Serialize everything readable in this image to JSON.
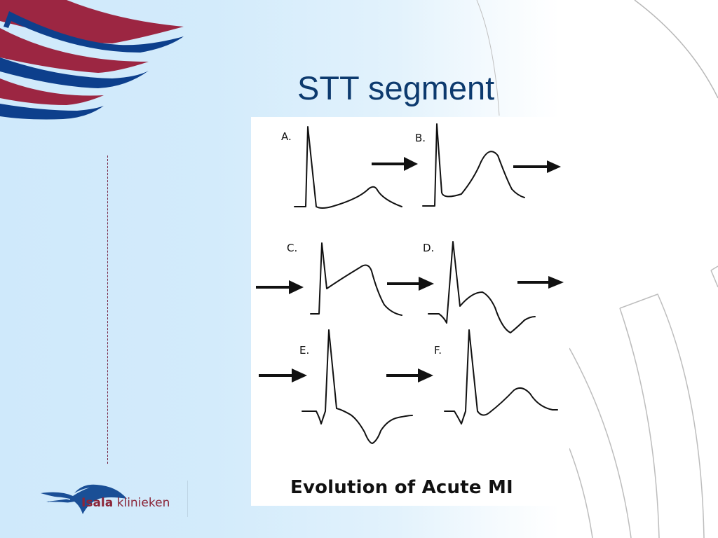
{
  "slide": {
    "title": "STT segment",
    "colors": {
      "title": "#0d3a6e",
      "wing_red": "#9c2642",
      "wing_blue": "#0d3f8c",
      "background": "#cfe9fb",
      "logo_text": "#8b2639"
    }
  },
  "figure": {
    "caption": "Evolution of Acute MI",
    "panels": [
      {
        "id": "A",
        "label": "A."
      },
      {
        "id": "B",
        "label": "B."
      },
      {
        "id": "C",
        "label": "C."
      },
      {
        "id": "D",
        "label": "D."
      },
      {
        "id": "E",
        "label": "E."
      },
      {
        "id": "F",
        "label": "F."
      }
    ],
    "arrow_icon": "right-arrow-icon"
  },
  "logo": {
    "name_bold": "Isala",
    "name_rest": " klinieken",
    "icon": "isala-bird-icon"
  }
}
